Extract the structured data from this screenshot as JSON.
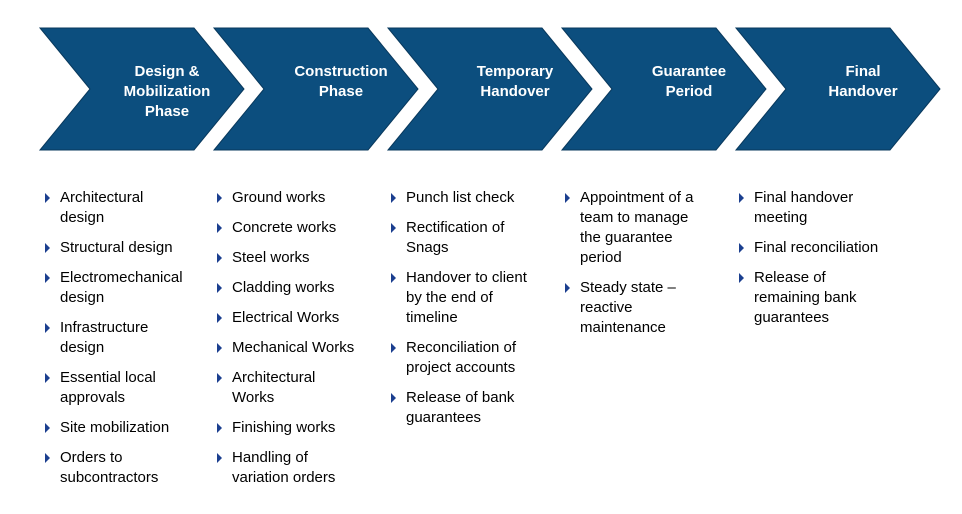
{
  "colors": {
    "chevron_fill": "#0c4e7e",
    "chevron_edge": "#08385c",
    "bullet": "#1b3f8f",
    "text": "#000000"
  },
  "phases": [
    {
      "title": "Design & Mobilization Phase",
      "title_lines": [
        "Design &",
        "Mobilization",
        "Phase"
      ],
      "items": [
        {
          "lines": [
            "Architectural",
            "design"
          ]
        },
        {
          "lines": [
            "Structural design"
          ]
        },
        {
          "lines": [
            "Electromechanical",
            "design"
          ]
        },
        {
          "lines": [
            "Infrastructure",
            "design"
          ]
        },
        {
          "lines": [
            "Essential local",
            "approvals"
          ]
        },
        {
          "lines": [
            "Site mobilization"
          ]
        },
        {
          "lines": [
            "Orders to",
            "subcontractors"
          ]
        }
      ]
    },
    {
      "title": "Construction Phase",
      "title_lines": [
        "Construction",
        "Phase"
      ],
      "items": [
        {
          "lines": [
            "Ground works"
          ]
        },
        {
          "lines": [
            "Concrete works"
          ]
        },
        {
          "lines": [
            "Steel works"
          ]
        },
        {
          "lines": [
            "Cladding works"
          ]
        },
        {
          "lines": [
            "Electrical Works"
          ]
        },
        {
          "lines": [
            "Mechanical Works"
          ]
        },
        {
          "lines": [
            "Architectural",
            "Works"
          ]
        },
        {
          "lines": [
            "Finishing works"
          ]
        },
        {
          "lines": [
            "Handling of",
            "variation orders"
          ]
        }
      ]
    },
    {
      "title": "Temporary Handover",
      "title_lines": [
        "Temporary",
        "Handover"
      ],
      "items": [
        {
          "lines": [
            "Punch list check"
          ]
        },
        {
          "lines": [
            "Rectification of",
            "Snags"
          ]
        },
        {
          "lines": [
            "Handover to client",
            "by the end of",
            "timeline"
          ]
        },
        {
          "lines": [
            "Reconciliation of",
            "project accounts"
          ]
        },
        {
          "lines": [
            "Release of bank",
            "guarantees"
          ]
        }
      ]
    },
    {
      "title": "Guarantee Period",
      "title_lines": [
        "Guarantee",
        "Period"
      ],
      "items": [
        {
          "lines": [
            "Appointment of a",
            "team to manage",
            "the guarantee",
            "period"
          ]
        },
        {
          "lines": [
            "Steady state –",
            "reactive",
            "maintenance"
          ]
        }
      ]
    },
    {
      "title": "Final Handover",
      "title_lines": [
        "Final",
        "Handover"
      ],
      "items": [
        {
          "lines": [
            "Final handover",
            "meeting"
          ]
        },
        {
          "lines": [
            "Final reconciliation"
          ]
        },
        {
          "lines": [
            "Release of",
            "remaining bank",
            "guarantees"
          ]
        }
      ]
    }
  ]
}
